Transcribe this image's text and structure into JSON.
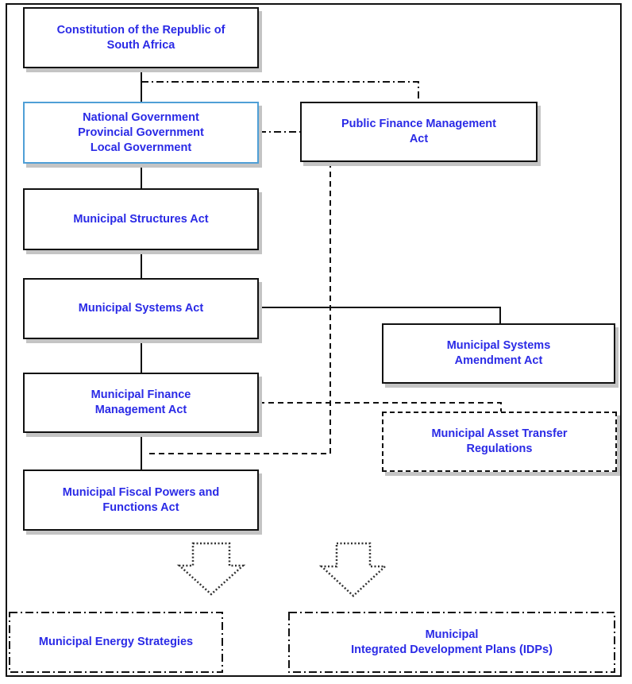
{
  "nodes": {
    "constitution": {
      "lines": [
        "Constitution of the Republic of",
        "South Africa"
      ]
    },
    "government": {
      "lines": [
        "National Government",
        "Provincial Government",
        "Local Government"
      ]
    },
    "pfma": {
      "lines": [
        "Public Finance Management",
        "Act"
      ]
    },
    "structures_act": {
      "lines": [
        "Municipal Structures Act"
      ]
    },
    "systems_act": {
      "lines": [
        "Municipal Systems Act"
      ]
    },
    "systems_amendment": {
      "lines": [
        "Municipal Systems",
        "Amendment Act"
      ]
    },
    "mfma": {
      "lines": [
        "Municipal Finance",
        "Management Act"
      ]
    },
    "asset_transfer": {
      "lines": [
        "Municipal Asset Transfer",
        "Regulations"
      ]
    },
    "fiscal_powers": {
      "lines": [
        "Municipal Fiscal Powers and",
        "Functions Act"
      ]
    },
    "energy_strategies": {
      "lines": [
        "Municipal Energy Strategies"
      ]
    },
    "idps": {
      "lines": [
        "Municipal",
        "Integrated Development Plans (IDPs)"
      ]
    }
  },
  "colors": {
    "text": "#2a2ae6",
    "border": "#111111",
    "highlight_border": "#4f9fd6",
    "shadow": "#c4c4c4"
  }
}
